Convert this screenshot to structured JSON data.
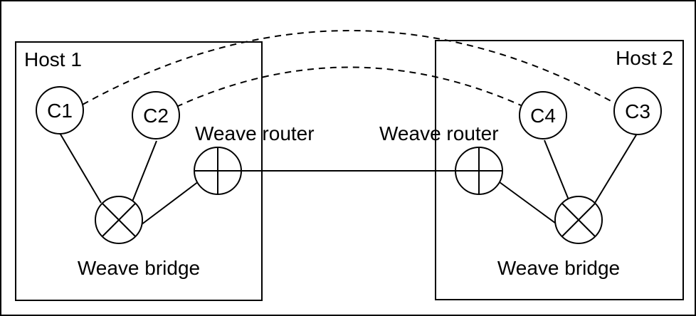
{
  "diagram": {
    "host1": {
      "label": "Host 1",
      "bridge_label": "Weave bridge",
      "router_label": "Weave router",
      "containers": [
        "C1",
        "C2"
      ]
    },
    "host2": {
      "label": "Host 2",
      "bridge_label": "Weave bridge",
      "router_label": "Weave router",
      "containers": [
        "C4",
        "C3"
      ]
    }
  }
}
